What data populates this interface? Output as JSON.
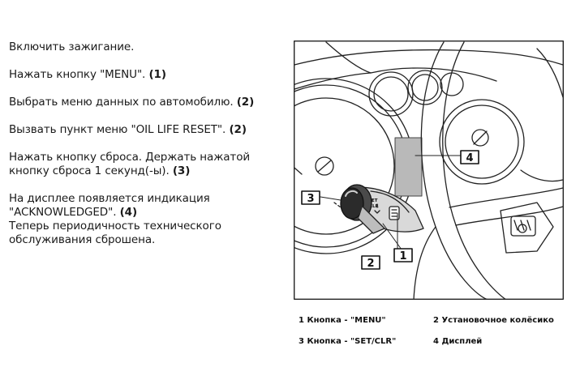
{
  "instructions": [
    {
      "text": "Включить зажигание.",
      "ref": ""
    },
    {
      "text": "Нажать кнопку \"MENU\".",
      "ref": "(1)"
    },
    {
      "text": "Выбрать меню данных по автомобилю.",
      "ref": "(2)"
    },
    {
      "text": "Вызвать пункт меню \"OIL LIFE RESET\".",
      "ref": "(2)"
    },
    {
      "text": "Нажать кнопку сброса. Держать нажатой\nкнопку сброса 1 секунд(-ы).",
      "ref": "(3)"
    },
    {
      "text": "На дисплее появляется индикация\n\"ACKNOWLEDGED\".",
      "ref": "(4)",
      "extra": "Теперь периодичность технического\nобслуживания сброшена."
    }
  ],
  "callouts": [
    "1",
    "2",
    "3",
    "4"
  ],
  "stalk_labels": {
    "set": "SET",
    "clr": "CLR"
  },
  "legend": [
    {
      "text": "1 Кнопка - \"MENU\""
    },
    {
      "text": "2 Установочное колёсико"
    },
    {
      "text": "3 Кнопка - \"SET/CLR\""
    },
    {
      "text": "4 Дисплей"
    }
  ]
}
